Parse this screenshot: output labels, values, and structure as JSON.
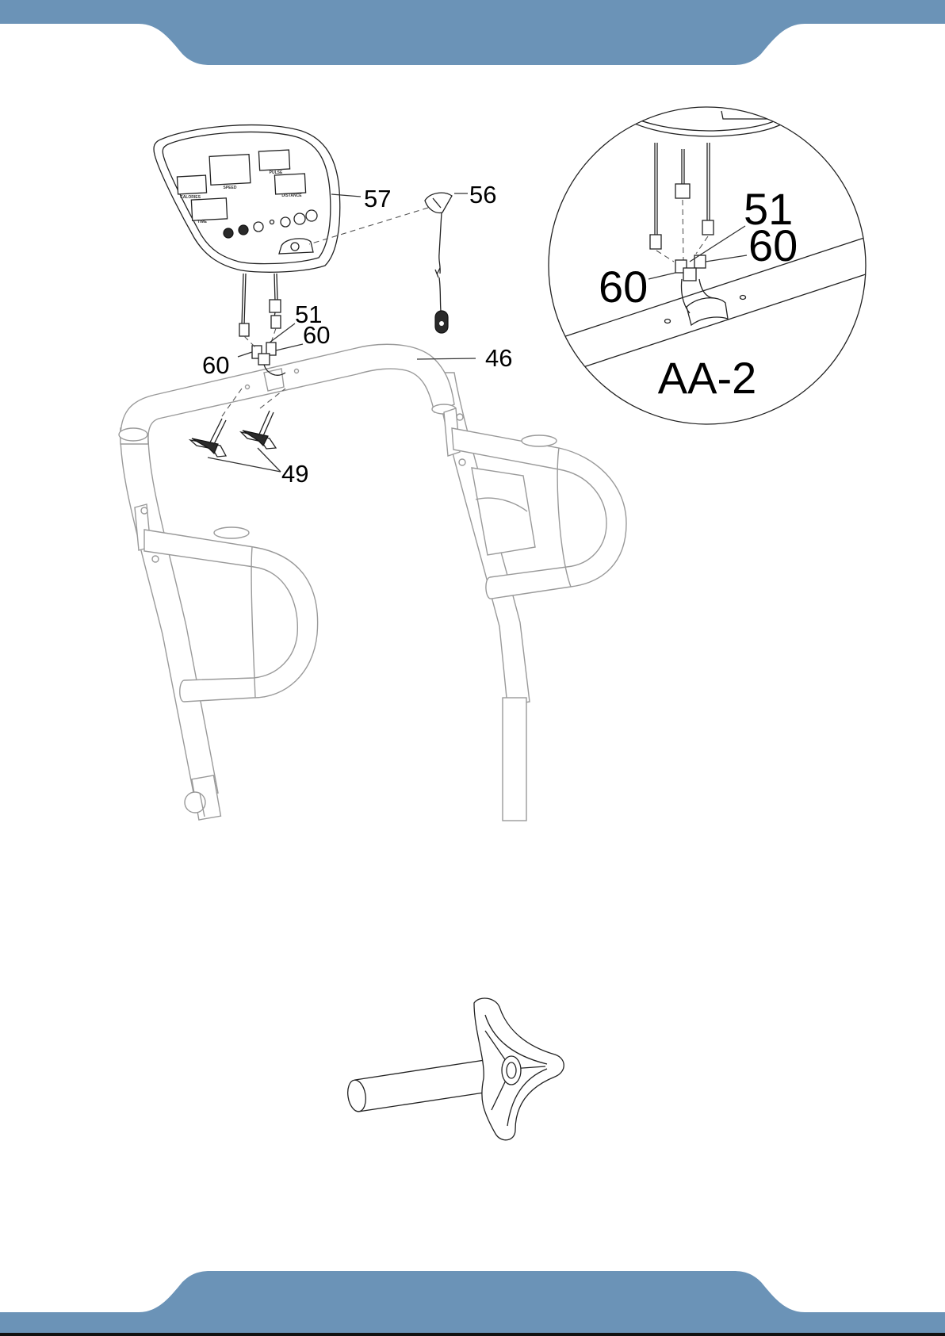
{
  "header_band": {
    "color": "#6b93b7"
  },
  "footer_band": {
    "color": "#6b93b7",
    "bottom_rule_color": "#111111"
  },
  "callouts": {
    "part_57": "57",
    "part_56": "56",
    "part_51": "51",
    "part_60_right": "60",
    "part_60_left": "60",
    "part_46": "46",
    "part_49": "49"
  },
  "detail_view": {
    "title": "AA-2",
    "part_51": "51",
    "part_60_right": "60",
    "part_60_left": "60"
  },
  "console": {
    "speed": "SPEED",
    "calories": "CALORIES",
    "pulse": "PULSE",
    "distance": "DISTANCE",
    "time": "TIME"
  }
}
